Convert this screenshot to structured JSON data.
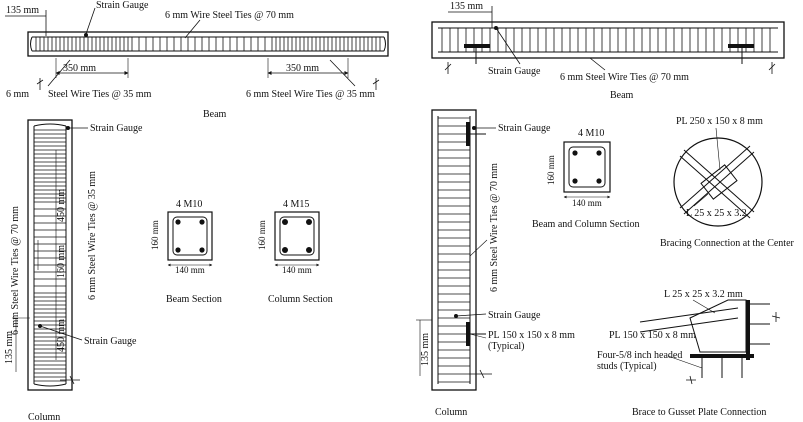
{
  "left_panel": {
    "beam": {
      "dim_135": "135 mm",
      "strain_gauge": "Strain Gauge",
      "wire_ties_70": "6 mm Wire Steel Ties @ 70 mm",
      "dim_350_left": "350 mm",
      "dim_350_right": "350 mm",
      "ties_35_left_size": "6 mm",
      "ties_35_left_text": "Steel Wire Ties @ 35 mm",
      "ties_35_right": "6 mm Steel Wire Ties @ 35 mm",
      "caption": "Beam"
    },
    "column": {
      "strain_gauge_top": "Strain Gauge",
      "ties_70_vertical": "6 mm Steel Wire Ties @ 70 mm",
      "dim_450_top": "450 mm",
      "ties_35_vertical": "6 mm  Steel Wire Ties @ 35 mm",
      "dim_160": "160 mm",
      "dim_450_bottom": "450 mm",
      "dim_135": "135 mm",
      "strain_gauge_bottom": "Strain Gauge",
      "caption": "Column"
    },
    "beam_section": {
      "bars": "4 M10",
      "height": "160 mm",
      "width": "140 mm",
      "caption": "Beam Section"
    },
    "column_section": {
      "bars": "4 M15",
      "height": "160 mm",
      "width": "140 mm",
      "caption": "Column Section"
    }
  },
  "right_panel": {
    "beam": {
      "dim_135": "135 mm",
      "strain_gauge": "Strain Gauge",
      "ties_70": "6 mm Steel Wire Ties @ 70 mm",
      "caption": "Beam"
    },
    "column": {
      "strain_gauge_top": "Strain Gauge",
      "ties_70_vertical": "6 mm Steel Wire Ties @ 70 mm",
      "strain_gauge_bottom": "Strain Gauge",
      "plate": "PL 150 x 150 x 8 mm",
      "typical": "(Typical)",
      "dim_135": "135 mm",
      "caption": "Column"
    },
    "section": {
      "bars": "4 M10",
      "height": "160 mm",
      "width": "140 mm",
      "caption": "Beam and Column Section"
    },
    "bracing_center": {
      "plate": "PL 250 x 150 x 8 mm",
      "angle": "L 25 x 25 x 3.2",
      "caption": "Bracing Connection at the Center"
    },
    "gusset": {
      "angle": "L 25 x 25 x 3.2 mm",
      "plate": "PL 150 x 150 x 8 mm",
      "studs_line1": "Four-5/8 inch headed",
      "studs_line2": "studs (Typical)",
      "caption": "Brace  to Gusset Plate Connection"
    }
  }
}
